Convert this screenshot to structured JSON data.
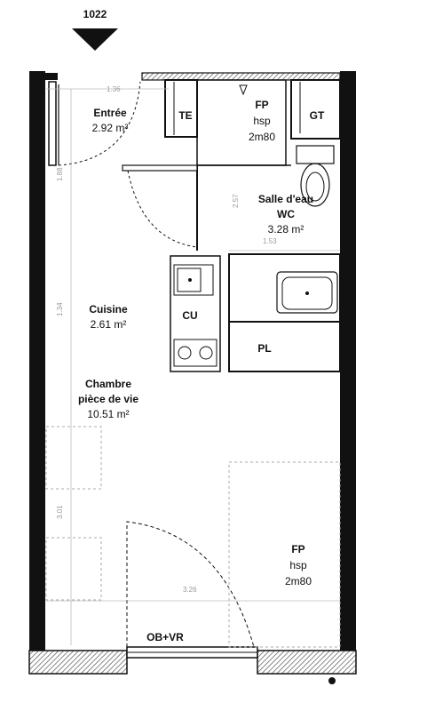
{
  "plan": {
    "lot_number": "1022",
    "rooms": {
      "entree": {
        "name": "Entrée",
        "area": "2.92 m²"
      },
      "te": {
        "name": "TE"
      },
      "fp_top": {
        "name": "FP",
        "line2": "hsp",
        "line3": "2m80"
      },
      "gt": {
        "name": "GT"
      },
      "salle_eau": {
        "name_line1": "Salle d'eau",
        "name_line2": "WC",
        "area": "3.28 m²"
      },
      "cuisine": {
        "name": "Cuisine",
        "area": "2.61 m²"
      },
      "cu": {
        "name": "CU"
      },
      "pl": {
        "name": "PL"
      },
      "chambre": {
        "name_line1": "Chambre",
        "name_line2": "pièce de vie",
        "area": "10.51 m²"
      },
      "fp_bottom": {
        "name": "FP",
        "line2": "hsp",
        "line3": "2m80"
      },
      "window": {
        "name": "OB+VR"
      }
    },
    "dimensions": {
      "d136": "1.36",
      "d188": "1.88",
      "d257": "2.57",
      "d153": "1.53",
      "d134": "1.34",
      "d301": "3.01",
      "d326": "3.26"
    }
  }
}
